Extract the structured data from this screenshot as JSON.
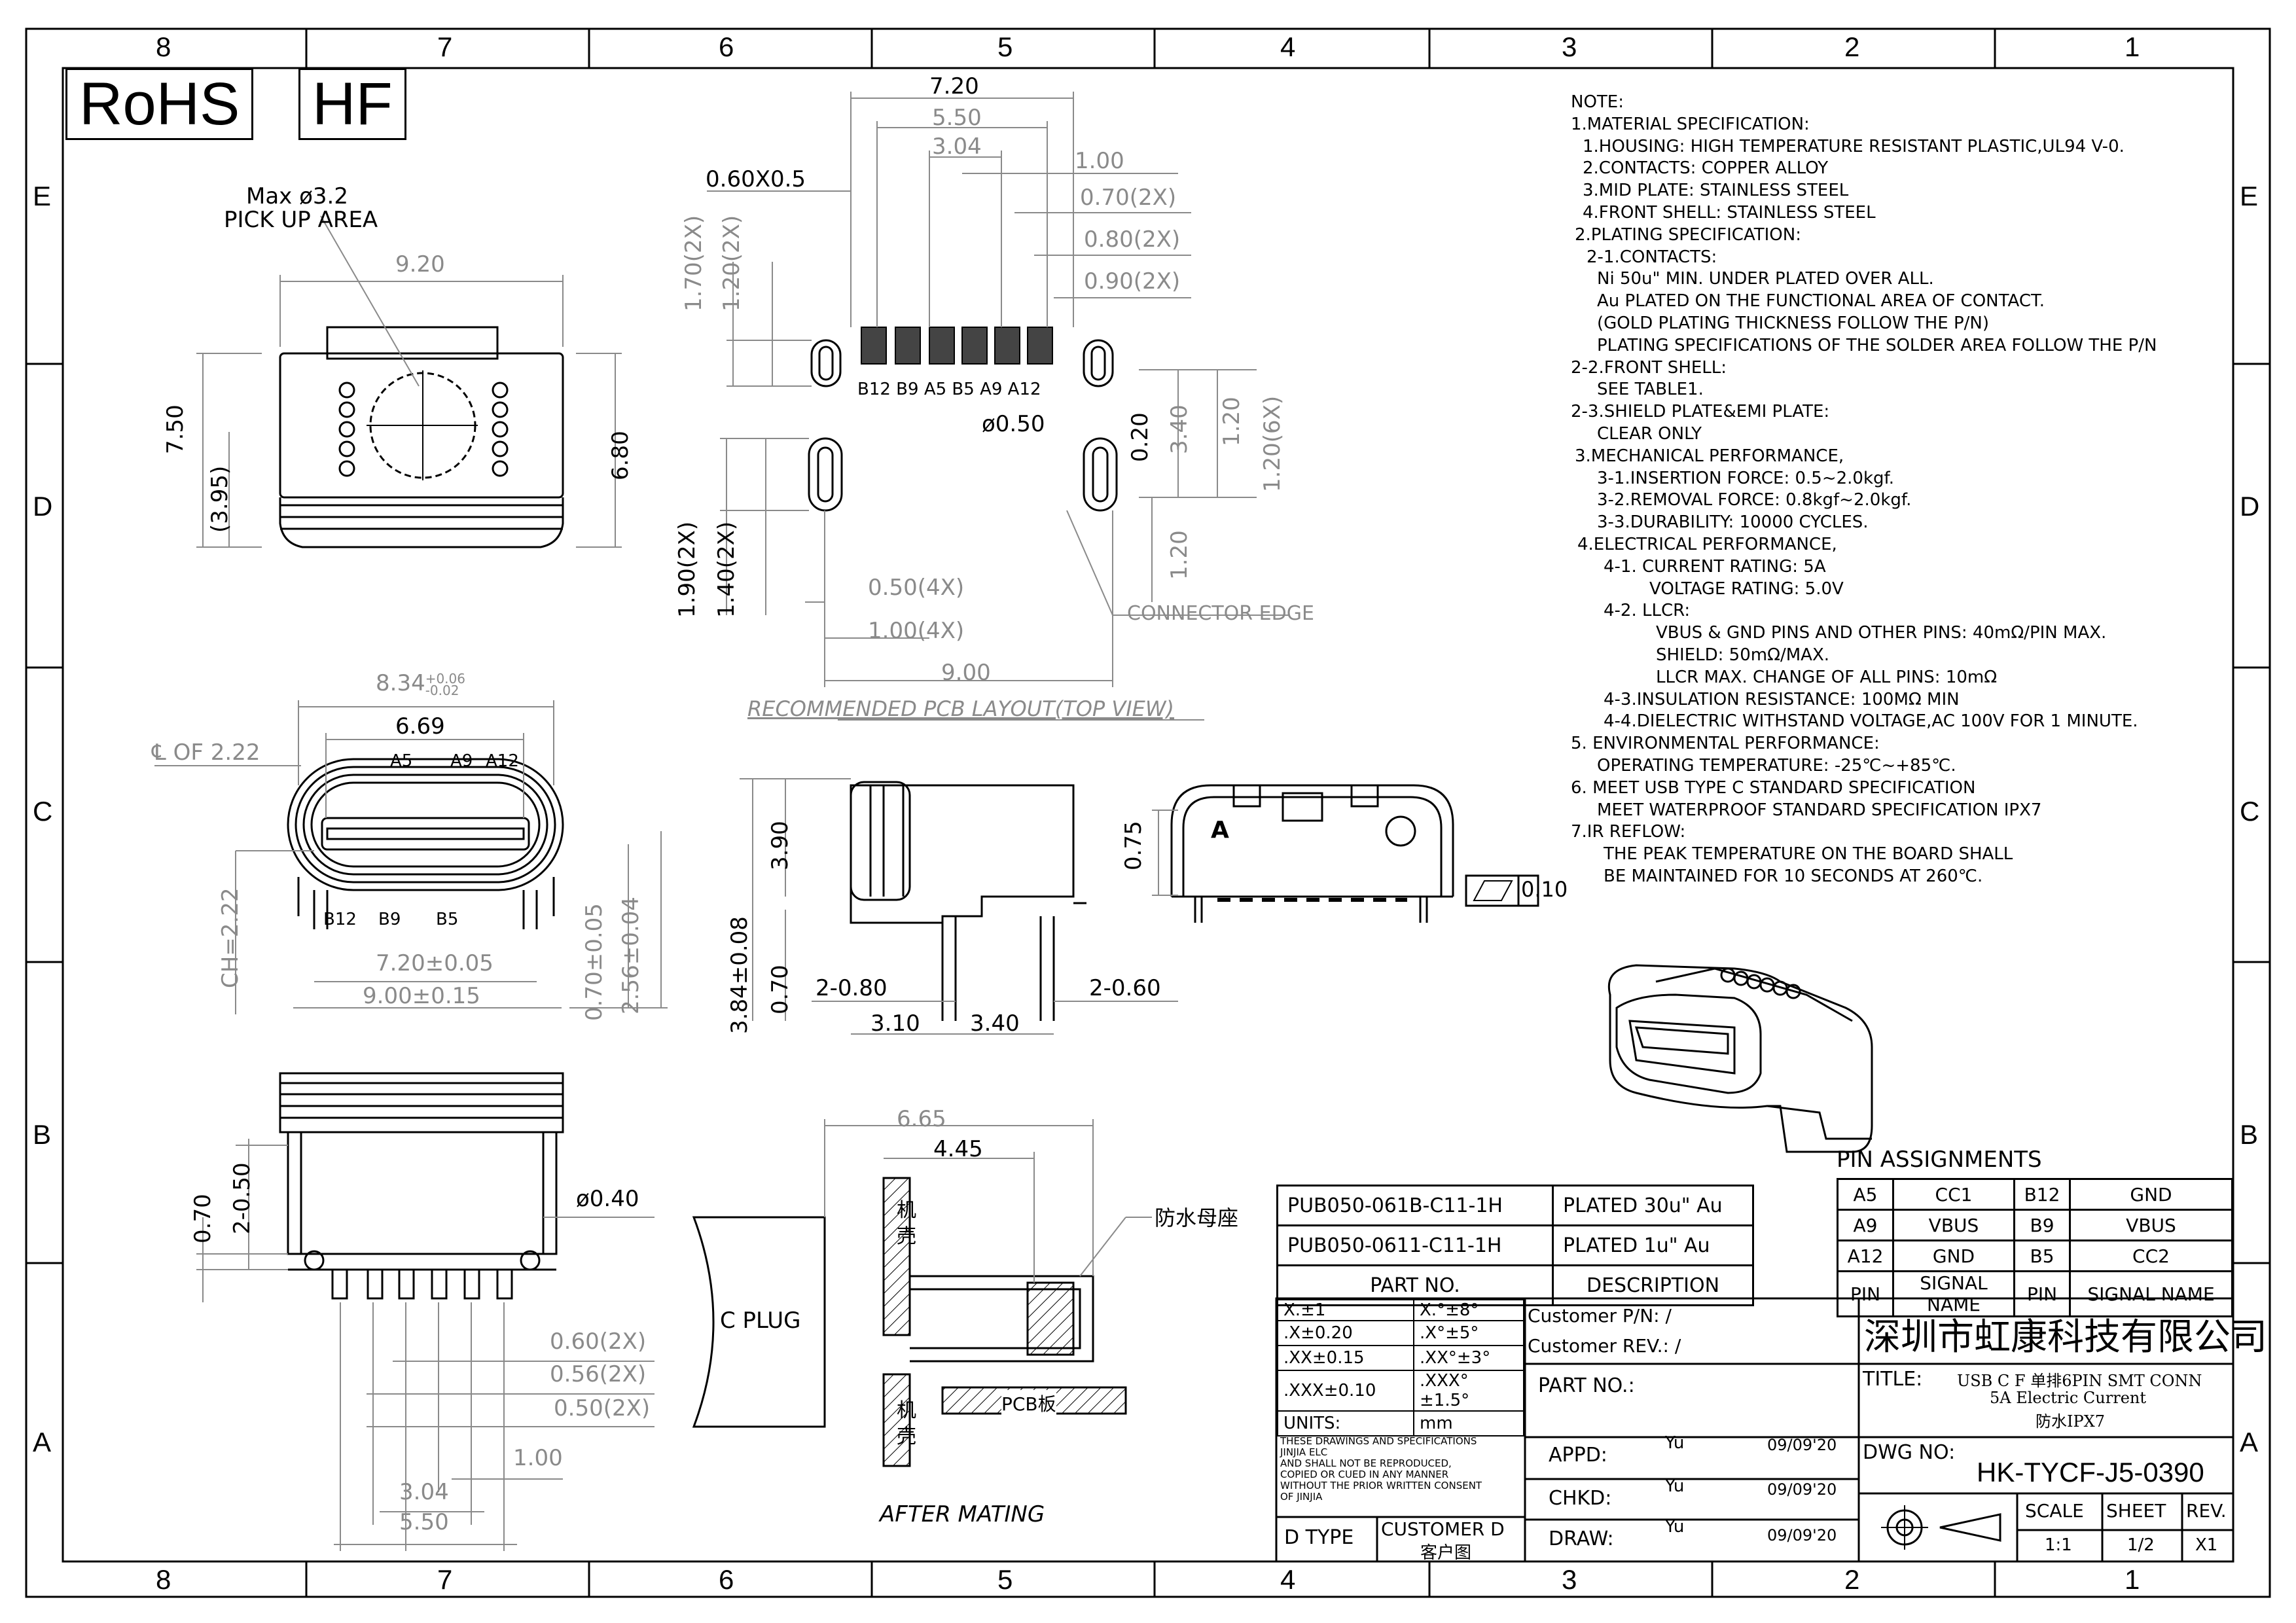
{
  "frame": {
    "col_numbers": [
      "8",
      "7",
      "6",
      "5",
      "4",
      "3",
      "2",
      "1"
    ],
    "row_letters": [
      "E",
      "D",
      "C",
      "B",
      "A"
    ]
  },
  "logos": {
    "rohs": "RoHS",
    "hf": "HF"
  },
  "front_view": {
    "pickup_line1": "Max ø3.2",
    "pickup_line2": "PICK UP AREA",
    "width": "9.20",
    "height": "7.50",
    "height_ref": "(3.95)",
    "body_height": "6.80"
  },
  "pcb_layout": {
    "dims": [
      "7.20",
      "5.50",
      "3.04",
      "1.00",
      "0.70(2X)",
      "0.80(2X)",
      "0.90(2X)"
    ],
    "pad_size": "0.60X0.5",
    "left_dims": [
      "1.70(2X)",
      "1.20(2X)"
    ],
    "pin_labels": "B12 B9 A5 B5 A9 A12",
    "hole": "ø0.50",
    "right_dims": [
      "0.20",
      "3.40",
      "1.20",
      "1.20(6X)"
    ],
    "bottom_left_dims": [
      "1.90(2X)",
      "1.40(2X)"
    ],
    "bottom_dims": [
      "0.50(4X)",
      "1.00(4X)",
      "9.00"
    ],
    "lower_right": "1.20",
    "edge_label": "CONNECTOR EDGE",
    "caption": "RECOMMENDED PCB LAYOUT(TOP VIEW)"
  },
  "mating_face": {
    "width_main": "8.34",
    "tol_plus": "+0.06",
    "tol_minus": "-0.02",
    "inner_width": "6.69",
    "cl_label": "℄ OF 2.22",
    "top_pins": [
      "A5",
      "A9",
      "A12"
    ],
    "bottom_pins": [
      "B12",
      "B9",
      "B5"
    ],
    "pin_span": "7.20±0.05",
    "overall": "9.00±0.15",
    "ch": "CH=2.22",
    "right_dims": [
      "0.70±0.05",
      "2.56±0.04"
    ]
  },
  "side_view": {
    "dims": [
      "3.90",
      "3.84±0.08",
      "0.70",
      "2-0.80",
      "3.10",
      "3.40",
      "2-0.60"
    ]
  },
  "shell_view": {
    "height": "0.75",
    "mark": "A",
    "flatness": "0.10"
  },
  "bottom_view": {
    "dims": [
      "0.70",
      "2-0.50",
      "ø0.40",
      "0.60(2X)",
      "0.56(2X)",
      "0.50(2X)",
      "1.00",
      "3.04",
      "5.50"
    ]
  },
  "mating": {
    "dims": [
      "6.65",
      "4.45"
    ],
    "plug": "C PLUG",
    "receptacle": "防水母座",
    "shell_a": "机壳",
    "shell_b": "机壳",
    "pcb": "PCB板",
    "caption": "AFTER MATING"
  },
  "notes": [
    "NOTE:",
    "1.MATERIAL SPECIFICATION:",
    "  1.HOUSING: HIGH TEMPERATURE RESISTANT PLASTIC,UL94 V-0.",
    "  2.CONTACTS: COPPER ALLOY",
    "  3.MID PLATE: STAINLESS STEEL",
    "  4.FRONT SHELL: STAINLESS STEEL",
    " 2.PLATING SPECIFICATION:",
    "  2-1.CONTACTS:",
    "   Ni 50u\" MIN. UNDER PLATED OVER ALL.",
    "   Au PLATED ON THE FUNCTIONAL AREA OF CONTACT.",
    "   (GOLD PLATING THICKNESS FOLLOW THE P/N)",
    "   PLATING SPECIFICATIONS OF THE SOLDER AREA FOLLOW THE P/N",
    "2-2.FRONT SHELL:",
    "   SEE TABLE1.",
    "2-3.SHIELD PLATE&EMI PLATE:",
    "   CLEAR ONLY",
    " 3.MECHANICAL PERFORMANCE,",
    "    3-1.INSERTION FORCE: 0.5~2.0kgf.",
    "    3-2.REMOVAL FORCE: 0.8kgf~2.0kgf.",
    "    3-3.DURABILITY: 10000 CYCLES.",
    " 4.ELECTRICAL PERFORMANCE,",
    "    4-1. CURRENT RATING: 5A",
    "           VOLTAGE RATING: 5.0V",
    "    4-2. LLCR:",
    "           VBUS & GND PINS AND OTHER PINS: 40mΩ/PIN MAX.",
    "           SHIELD: 50mΩ/MAX.",
    "           LLCR MAX. CHANGE OF ALL PINS: 10mΩ",
    "    4-3.INSULATION RESISTANCE: 100MΩ MIN",
    "    4-4.DIELECTRIC WITHSTAND VOLTAGE,AC 100V FOR 1 MINUTE.",
    "5. ENVIRONMENTAL PERFORMANCE:",
    "   OPERATING TEMPERATURE: -25℃~+85℃.",
    "6. MEET USB TYPE C STANDARD SPECIFICATION",
    "   MEET WATERPROOF STANDARD SPECIFICATION IPX7",
    "7.IR REFLOW:",
    "   THE PEAK TEMPERATURE ON THE BOARD SHALL",
    "   BE MAINTAINED FOR 10 SECONDS AT 260℃."
  ],
  "pin_assignments": {
    "title": "PIN ASSIGNMENTS",
    "rows": [
      [
        "A5",
        "CC1",
        "B12",
        "GND"
      ],
      [
        "A9",
        "VBUS",
        "B9",
        "VBUS"
      ],
      [
        "A12",
        "GND",
        "B5",
        "CC2"
      ],
      [
        "PIN",
        "SIGNAL NAME",
        "PIN",
        "SIGNAL NAME"
      ]
    ]
  },
  "config_table": {
    "rows": [
      [
        "PUB050-061B-C11-1H",
        "PLATED  30u\" Au"
      ],
      [
        "PUB050-0611-C11-1H",
        "PLATED   1u\" Au"
      ],
      [
        "PART NO.",
        "DESCRIPTION"
      ]
    ]
  },
  "title_block": {
    "tolerances": [
      [
        "X.±1",
        "X.°±8°"
      ],
      [
        ".X±0.20",
        ".X°±5°"
      ],
      [
        ".XX±0.15",
        ".XX°±3°"
      ],
      [
        ".XXX±0.10",
        ".XXX°±1.5°"
      ],
      [
        "UNITS:",
        "mm"
      ]
    ],
    "customer_pn": "Customer P/N:  /",
    "customer_rev": "Customer REV.: /",
    "part_no": "PART NO.:",
    "company": "深圳市虹康科技有限公司",
    "title_label": "TITLE:",
    "title_lines": [
      "USB C F 单排6PIN SMT CONN",
      "5A Electric Current",
      "防水IPX7"
    ],
    "disclaimer": [
      "THESE DRAWINGS AND SPECIFICATIONS",
      "JINJIA ELC",
      "AND SHALL NOT BE REPRODUCED,",
      "COPIED OR CUED IN ANY MANNER",
      "WITHOUT THE PRIOR WRITTEN CONSENT",
      "OF JINJIA"
    ],
    "appd": "APPD:",
    "chkd": "CHKD:",
    "draw": "DRAW:",
    "person": "Yu",
    "date": "09/09'20",
    "dwg_label": "DWG NO:",
    "dwg_no": "HK-TYCF-J5-0390",
    "d_type": "D TYPE",
    "customer_d": "CUSTOMER D",
    "customer_drawing": "客户图",
    "scale_label": "SCALE",
    "sheet_label": "SHEET",
    "rev_label": "REV.",
    "scale": "1:1",
    "sheet": "1/2",
    "rev": "X1"
  }
}
